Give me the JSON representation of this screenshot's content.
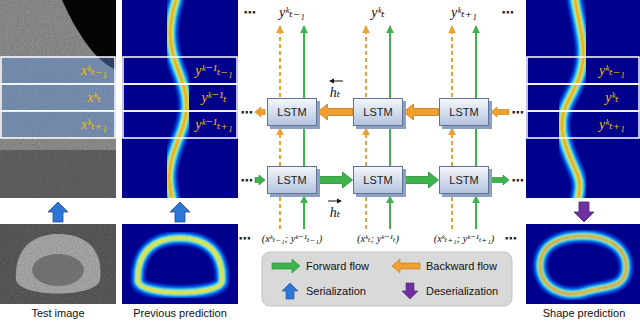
{
  "diagram": {
    "nodes": [
      {
        "text": [
          "LSTM"
        ]
      },
      {
        "text": [
          "LSTM"
        ]
      },
      {
        "text": [
          "LSTM"
        ]
      },
      {
        "text": [
          "LSTM"
        ]
      },
      {
        "text": [
          "LSTM"
        ]
      },
      {
        "text": [
          "LSTM"
        ]
      }
    ],
    "edges": [
      {
        "from": 2,
        "to": 1,
        "arrow": "to"
      },
      {
        "from": 1,
        "to": 0,
        "arrow": "to"
      },
      {
        "from": 3,
        "to": 4,
        "arrow": "to"
      },
      {
        "from": 4,
        "to": 5,
        "arrow": "to"
      }
    ],
    "labels": [
      "xᵏₜ₋₁",
      "xᵏₜ",
      "xᵏₜ₊₁",
      "yᵏ⁻¹ₜ₋₁",
      "yᵏ⁻¹ₜ",
      "yᵏ⁻¹ₜ₊₁",
      "Test image",
      "Previous prediction",
      "⋯",
      "yᵏₜ₋₁",
      "yᵏₜ",
      "yᵏₜ₊₁",
      "⋯",
      "⋯",
      "⋯",
      "⋯",
      "⋯",
      "hₜ",
      "hₜ",
      "⋯",
      "(xᵏₜ₋₁; yᵏ⁻¹ₜ₋₁)",
      "(xᵏₜ; yᵏ⁻¹ₜ)",
      "(xᵏₜ₊₁; yᵏ⁻¹ₜ₊₁)",
      "⋯",
      "yᵏₜ₋₁",
      "yᵏₜ",
      "yᵏₜ₊₁",
      "Shape prediction"
    ],
    "legend": [
      {
        "text": "Forward flow"
      },
      {
        "text": "Backward flow"
      },
      {
        "text": "Serialization"
      },
      {
        "text": "Deserialization"
      }
    ]
  }
}
